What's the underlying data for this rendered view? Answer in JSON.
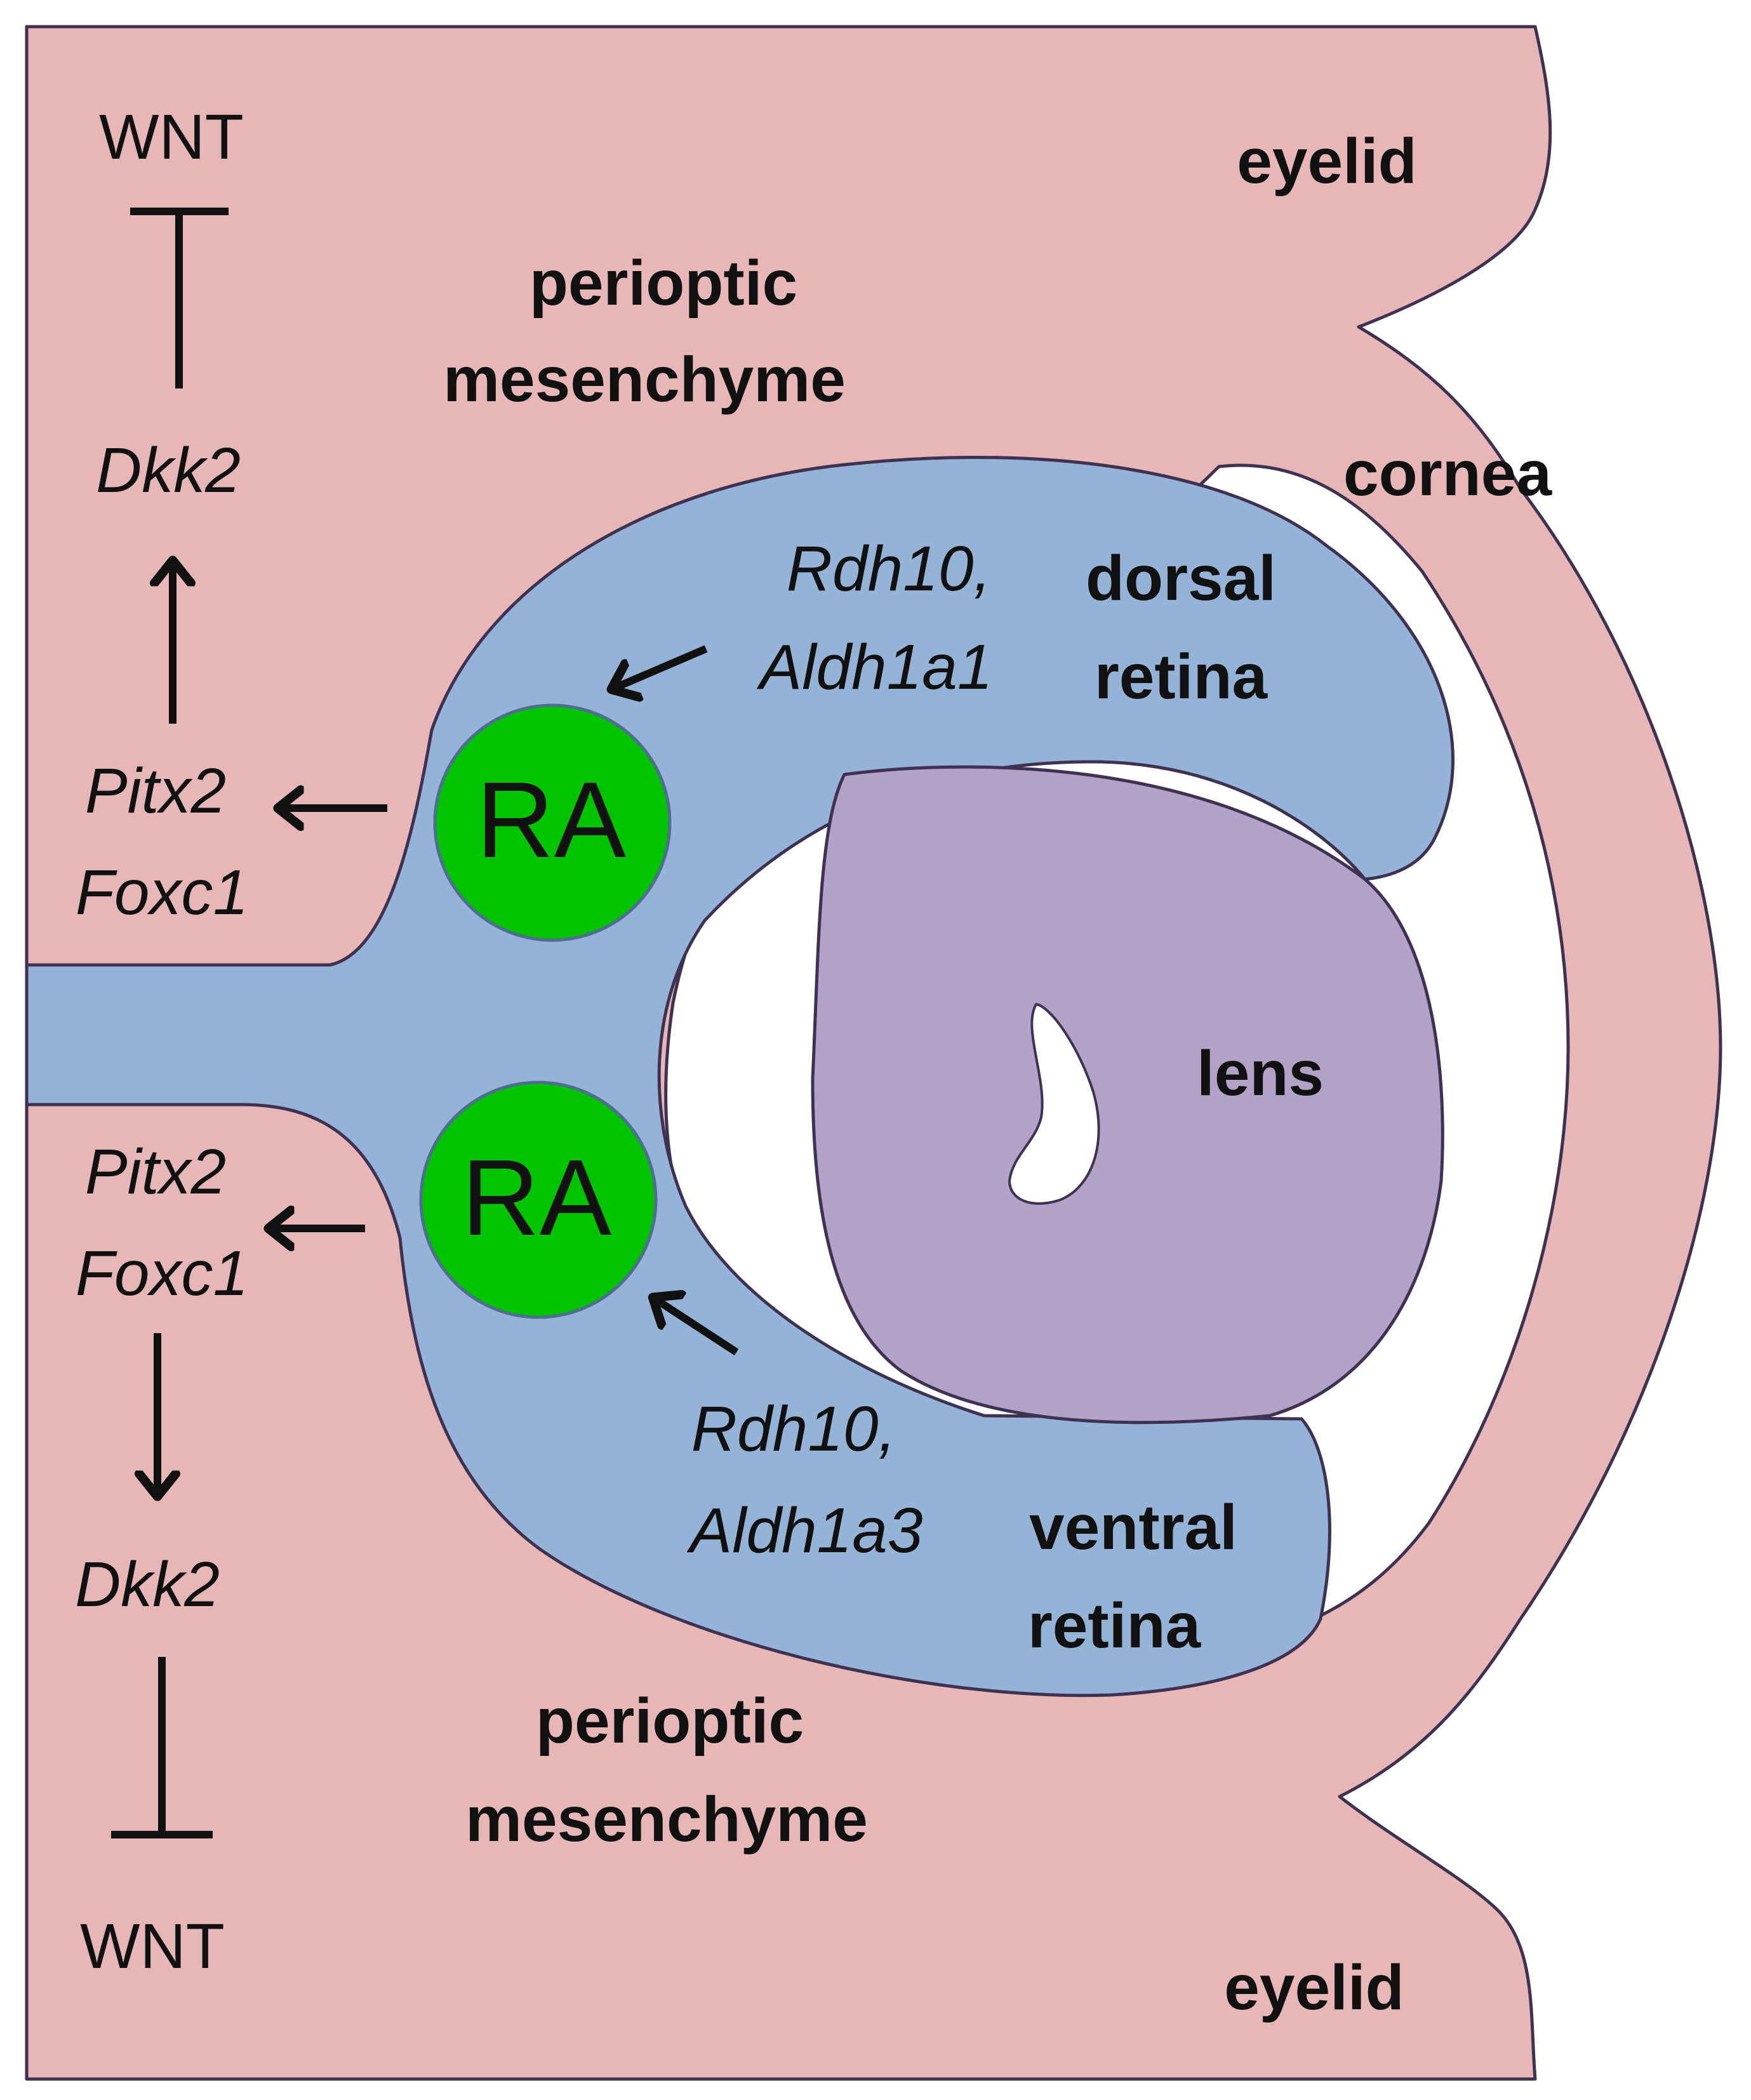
{
  "labels": {
    "wnt_top": "WNT",
    "dkk2_top": "Dkk2",
    "pitx2_top": "Pitx2",
    "foxc1_top": "Foxc1",
    "pitx2_bottom": "Pitx2",
    "foxc1_bottom": "Foxc1",
    "dkk2_bottom": "Dkk2",
    "wnt_bottom": "WNT",
    "eyelid_top": "eyelid",
    "eyelid_bottom": "eyelid",
    "periocular_top_line1": "perioptic",
    "periocular_top_line2": "mesenchyme",
    "periocular_bottom_line1": "perioptic",
    "periocular_bottom_line2": "mesenchyme",
    "cornea": "cornea",
    "rdh10_dorsal": "Rdh10,",
    "aldh1a1": "Aldh1a1",
    "dorsal_line1": "dorsal",
    "dorsal_line2": "retina",
    "ra_top": "RA",
    "ra_bottom": "RA",
    "lens": "lens",
    "rdh10_ventral": "Rdh10,",
    "aldh1a3": "Aldh1a3",
    "ventral_line1": "ventral",
    "ventral_line2": "retina"
  },
  "colors": {
    "mesenchyme": "#e7b6b6",
    "retina": "#95b3d7",
    "lens": "#b3a2c7",
    "ra_circle": "#00c400",
    "outline": "#3f3151",
    "arrow": "#111111",
    "background": "#ffffff"
  }
}
